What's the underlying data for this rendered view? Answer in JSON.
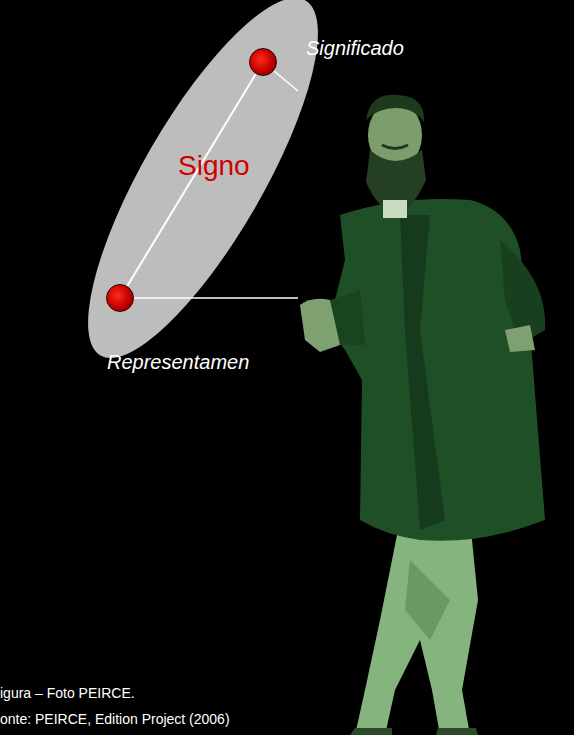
{
  "diagram": {
    "nodes": [
      {
        "text": [
          "Signo"
        ]
      },
      {
        "text": [
          "Significado"
        ],
        "in": 0
      },
      {
        "text": [
          "Representamen"
        ],
        "in": 0
      }
    ],
    "edges": [
      {
        "from": 2,
        "to": 1,
        "arrow": "none"
      }
    ],
    "labels": [
      "igura – Foto PEIRCE.",
      "onte: PEIRCE, Edition Project (2006)"
    ]
  }
}
